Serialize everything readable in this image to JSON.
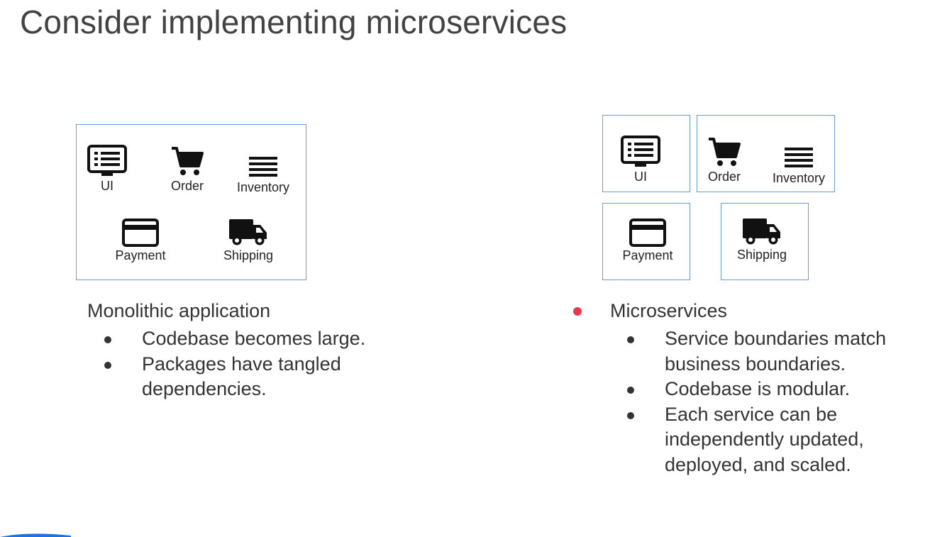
{
  "slide": {
    "title": "Consider implementing microservices"
  },
  "monolith": {
    "items": {
      "ui": {
        "label": "UI",
        "icon": "monitor-list-icon"
      },
      "order": {
        "label": "Order",
        "icon": "shopping-cart-icon"
      },
      "inventory": {
        "label": "Inventory",
        "icon": "list-lines-icon"
      },
      "payment": {
        "label": "Payment",
        "icon": "credit-card-icon"
      },
      "shipping": {
        "label": "Shipping",
        "icon": "truck-icon"
      }
    },
    "heading": "Monolithic application",
    "bullets": [
      "Codebase becomes large.",
      "Packages have tangled dependencies."
    ]
  },
  "microservices": {
    "items": {
      "ui": {
        "label": "UI",
        "icon": "monitor-list-icon"
      },
      "order": {
        "label": "Order",
        "icon": "shopping-cart-icon"
      },
      "inventory": {
        "label": "Inventory",
        "icon": "list-lines-icon"
      },
      "payment": {
        "label": "Payment",
        "icon": "credit-card-icon"
      },
      "shipping": {
        "label": "Shipping",
        "icon": "truck-icon"
      }
    },
    "heading": "Microservices",
    "bullets": [
      "Service boundaries match business boundaries.",
      "Codebase is modular.",
      "Each service can be independently updated, deployed, and scaled."
    ]
  },
  "colors": {
    "box_border": "#6a9bd8",
    "laser_pointer": "#e8394a",
    "accent": "#1a73e8"
  }
}
